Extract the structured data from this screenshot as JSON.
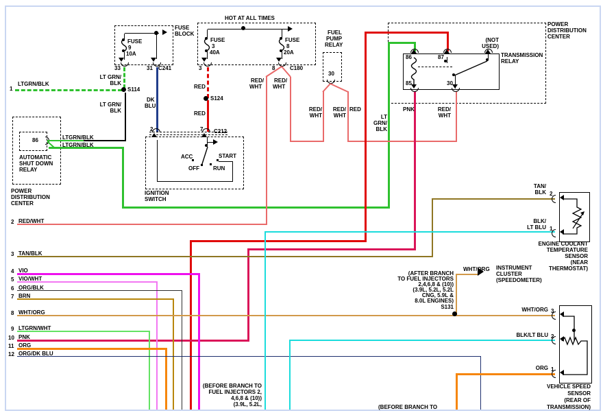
{
  "title_hot": "HOT AT ALL TIMES",
  "fuse_block_left": {
    "name1": "FUSE",
    "name2": "BLOCK",
    "fuse_label": "FUSE",
    "fuse_num": "9",
    "fuse_amp": "10A",
    "pin_33": "33",
    "pin_31": "31",
    "connector": "C241"
  },
  "fuse_block_main": {
    "fuse1_label": "FUSE",
    "fuse1_num": "3",
    "fuse1_amp": "40A",
    "fuse2_label": "FUSE",
    "fuse2_num": "8",
    "fuse2_amp": "20A",
    "pin_3": "3",
    "pin_8": "8",
    "connector": "C180"
  },
  "splices": {
    "s114": "S114",
    "s124": "S124",
    "s131": "S131"
  },
  "wire1": {
    "num": "1",
    "label": "LTGRN/BLK"
  },
  "drop_labels": {
    "ltgrn_a1": "LT GRN/",
    "ltgrn_a2": "BLK",
    "ltgrn_b1": "LT GRN/",
    "ltgrn_b2": "BLK",
    "dkblu1": "DK",
    "dkblu2": "BLU",
    "red_a": "RED",
    "red_b": "RED",
    "rw1a": "RED/",
    "rw1b": "WHT",
    "rw2a": "RED/",
    "rw2b": "WHT"
  },
  "fuel_pump_relay": {
    "line1": "FUEL",
    "line2": "PUMP",
    "line3": "RELAY",
    "pin_30": "30"
  },
  "mid_labels": {
    "rw1a": "RED/",
    "rw1b": "WHT",
    "rw2a": "RED/",
    "rw2b": "WHT",
    "red": "RED",
    "lt1": "LT",
    "lt2": "GRN/",
    "lt3": "BLK",
    "pnk": "PNK",
    "rw3a": "RED/",
    "rw3b": "WHT"
  },
  "trans_relay": {
    "line1": "TRANSMISSION",
    "line2": "RELAY",
    "not_used1": "(NOT",
    "not_used2": "USED)",
    "pin_86": "86",
    "pin_87": "87",
    "pin_85": "85",
    "pin_30": "30"
  },
  "pdc_right": {
    "line1": "POWER",
    "line2": "DISTRIBUTION",
    "line3": "CENTER"
  },
  "asd_relay": {
    "pin": "86",
    "line1": "AUTOMATIC",
    "line2": "SHUT DOWN",
    "line3": "RELAY",
    "wire_a": "LTGRN/BLK",
    "wire_b": "LTGRN/BLK"
  },
  "pdc_left": {
    "line1": "POWER",
    "line2": "DISTRIBUTION",
    "line3": "CENTER"
  },
  "ignition": {
    "pin_2": "2",
    "pin_7": "7",
    "connector": "C212",
    "acc": "ACC",
    "off": "OFF",
    "start": "START",
    "run": "RUN",
    "line1": "IGNITION",
    "line2": "SWITCH"
  },
  "left_wires": [
    {
      "num": "2",
      "label": "RED/WHT"
    },
    {
      "num": "3",
      "label": "TAN/BLK"
    },
    {
      "num": "4",
      "label": "VIO"
    },
    {
      "num": "5",
      "label": "VIO/WHT"
    },
    {
      "num": "6",
      "label": "ORG/BLK"
    },
    {
      "num": "7",
      "label": "BRN"
    },
    {
      "num": "8",
      "label": "WHT/ORG"
    },
    {
      "num": "9",
      "label": "LTGRN/WHT"
    },
    {
      "num": "10",
      "label": "PNK"
    },
    {
      "num": "11",
      "label": "ORG"
    },
    {
      "num": "12",
      "label": "ORG/DK BLU"
    }
  ],
  "ect_sensor": {
    "pin2_wire1": "TAN/",
    "pin2_wire2": "BLK",
    "pin2": "2",
    "pin1_wire1": "BLK/",
    "pin1_wire2": "LT BLU",
    "pin1": "1",
    "name": [
      "ENGINE COOLANT",
      "TEMPERATURE",
      "SENSOR",
      "(NEAR",
      "THERMOSTAT)"
    ]
  },
  "cluster": {
    "wire": "WHT/ORG",
    "name": [
      "INSTRUMENT",
      "CLUSTER",
      "(SPEEDOMETER)"
    ]
  },
  "after_branch": [
    "(AFTER BRANCH",
    "TO FUEL INJECTORS",
    "2,4,6,8 & (10))",
    "(3.9L, 5.2L, 5.2L",
    "CNG, 5.9L &",
    "8.0L ENGINES)",
    "S131"
  ],
  "vss_sensor": {
    "pin3_wire": "WHT/ORG",
    "pin3": "3",
    "pin2_wire": "BLK/LT BLU",
    "pin2": "2",
    "pin1_wire": "ORG",
    "pin1": "1",
    "name": [
      "VEHICLE SPEED",
      "SENSOR",
      "(REAR OF",
      "TRANSMISSION)"
    ]
  },
  "before_branch_left": [
    "(BEFORE BRANCH TO",
    "FUEL INJECTORS 2,",
    "4,6,8 & (10))",
    "(3.9L, 5.2L,"
  ],
  "before_branch_right": "(BEFORE BRANCH TO",
  "wire_colors": {
    "red": "#e00808",
    "red_wht": "#e96a6a",
    "lt_grn": "#2fc12f",
    "lt_grn_wht": "#63e263",
    "dk_blu": "#223e8b",
    "tan_blk": "#8f7623",
    "vio": "#ee10ee",
    "vio_wht": "#f277f2",
    "org_blk": "#2e2e2e",
    "brn": "#b8860b",
    "wht_org": "#d1994a",
    "pnk": "#da1458",
    "org": "#f6860b",
    "org_dk_blu": "#1d2e6e",
    "blk_lt_blu": "#1adcdc",
    "black": "#000000",
    "frame": "#c9d6f2"
  }
}
